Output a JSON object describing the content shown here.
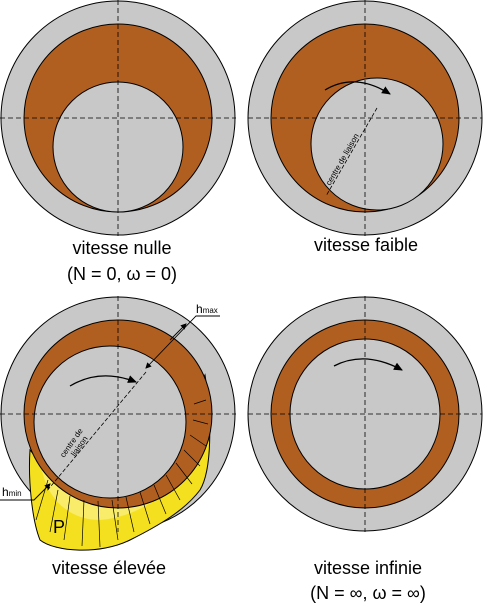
{
  "panels": [
    {
      "caption_line1": "vitesse nulle",
      "caption_line2": "(N = 0, ω = 0)"
    },
    {
      "caption_line1": "vitesse faible",
      "label_center": "centre de liaison"
    },
    {
      "caption_line1": "vitesse élevée",
      "label_center_line1": "centre de",
      "label_center_line2": "liaison",
      "h_max": "h",
      "h_max_sub": "max",
      "h_min": "h",
      "h_min_sub": "min",
      "pressure": "P"
    },
    {
      "caption_line1": "vitesse infinie",
      "caption_line2": "(N  = ∞, ω = ∞)"
    }
  ],
  "colors": {
    "housing": "#c8c8c8",
    "lubricant_film": "#b15f20",
    "shaft": "#c8c8c8",
    "pressure": "#f5e020",
    "pressure_light": "#f8ec6a"
  }
}
